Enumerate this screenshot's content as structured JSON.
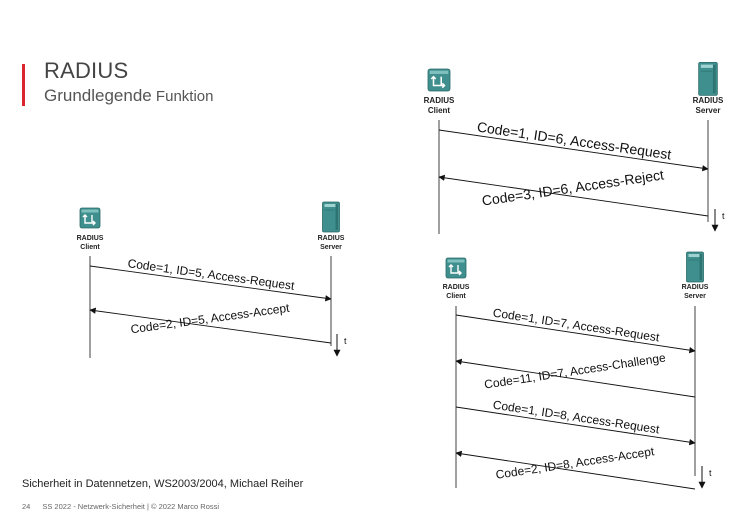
{
  "slide": {
    "title": "RADIUS",
    "subtitle_main": "Grundlegende",
    "subtitle_small": " Funktion",
    "citation": "Sicherheit in Datennetzen, WS2003/2004, Michael Reiher",
    "page_number": "24",
    "footer": "SS 2022 - Netzwerk-Sicherheit | © 2022 Marco Rossi",
    "accent_color": "#d9262e"
  },
  "nodes": {
    "client_line1": "RADIUS",
    "client_line2": "Client",
    "server_line1": "RADIUS",
    "server_line2": "Server",
    "client_icon": "router-icon",
    "server_icon": "server-tower-icon",
    "icon_color": "#3e8f8d"
  },
  "time_label": "t",
  "diagrams": [
    {
      "name": "access-accept",
      "messages": [
        {
          "text": "Code=1, ID=5, Access-Request",
          "direction": "to-server"
        },
        {
          "text": "Code=2, ID=5, Access-Accept",
          "direction": "to-client"
        }
      ]
    },
    {
      "name": "access-reject",
      "messages": [
        {
          "text": "Code=1, ID=6, Access-Request",
          "direction": "to-server"
        },
        {
          "text": "Code=3, ID=6, Access-Reject",
          "direction": "to-client"
        }
      ]
    },
    {
      "name": "access-challenge",
      "messages": [
        {
          "text": "Code=1, ID=7, Access-Request",
          "direction": "to-server"
        },
        {
          "text": "Code=11, ID=7, Access-Challenge",
          "direction": "to-client"
        },
        {
          "text": "Code=1, ID=8, Access-Request",
          "direction": "to-server"
        },
        {
          "text": "Code=2, ID=8, Access-Accept",
          "direction": "to-client"
        }
      ]
    }
  ]
}
